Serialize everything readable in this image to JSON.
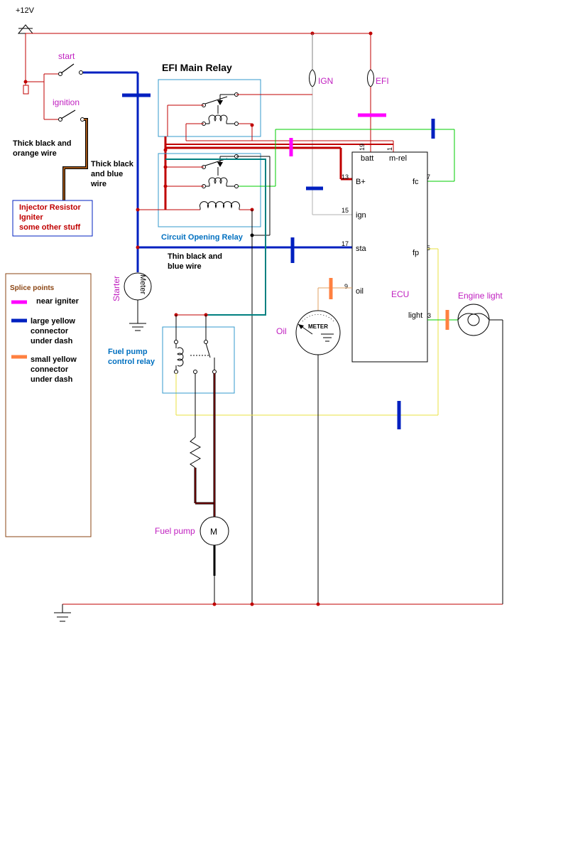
{
  "labels": {
    "supply": "+12V",
    "start": "start",
    "ignition": "ignition",
    "ign_fuse": "IGN",
    "efi_fuse": "EFI",
    "efi_main_relay": "EFI Main Relay",
    "circuit_opening_relay": "Circuit Opening Relay",
    "fuel_pump_control_relay_1": "Fuel pump",
    "fuel_pump_control_relay_2": "control relay",
    "thick_black_orange_1": "Thick black and",
    "thick_black_orange_2": "orange wire",
    "thick_black_blue_1": "Thick black",
    "thick_black_blue_2": "and blue",
    "thick_black_blue_3": "wire",
    "thin_black_blue_1": "Thin black and",
    "thin_black_blue_2": "blue wire",
    "injector_box_1": "Injector Resistor",
    "injector_box_2": "Igniter",
    "injector_box_3": "some other stuff",
    "starter": "Starter",
    "starter_meter": "Meter",
    "oil": "Oil",
    "oil_meter": "METER",
    "fuel_pump": "Fuel pump",
    "fuel_pump_motor": "M",
    "engine_light": "Engine light",
    "ecu": "ECU"
  },
  "ecu_pins": {
    "batt": "batt",
    "m_rel": "m-rel",
    "b_plus": "B+",
    "fc": "fc",
    "ign": "ign",
    "sta": "sta",
    "fp": "fp",
    "oil": "oil",
    "light": "light",
    "n13": "13",
    "n15": "15",
    "n17": "17",
    "n9": "9",
    "n7": "7",
    "n5": "5",
    "n3": "3",
    "n19": "19",
    "n1": "1"
  },
  "legend": {
    "title": "Splice points",
    "items": [
      {
        "color": "#ff00ff",
        "text_1": "near igniter",
        "text_2": "",
        "text_3": ""
      },
      {
        "color": "#0020c0",
        "text_1": "large yellow",
        "text_2": "connector",
        "text_3": "under dash"
      },
      {
        "color": "#ff8040",
        "text_1": "small yellow",
        "text_2": "connector",
        "text_3": "under dash"
      }
    ]
  },
  "colors": {
    "supply": "#c00000",
    "thick_red": "#c00000",
    "blue_wire": "#0020c0",
    "teal_wire": "#008080",
    "green_wire": "#00cc00",
    "yellow_wire": "#e8e040",
    "gray_wire": "#b0b0b0",
    "relay_box": "#3399cc",
    "magenta": "#ff00ff",
    "orange": "#ff8040"
  }
}
